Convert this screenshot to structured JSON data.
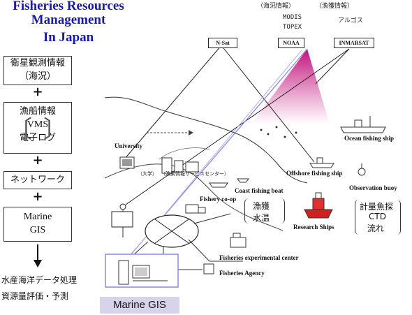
{
  "title": {
    "line1": "Fisheries Resources",
    "line2": "Management",
    "line3": "In Japan"
  },
  "left_flow": {
    "box1": {
      "line1": "衛星観測情報",
      "line2": "（海況）"
    },
    "box2": {
      "line1": "漁船情報",
      "line2": "VMS",
      "line3": "電子ログ"
    },
    "box3": {
      "line1": "ネットワーク"
    },
    "box4": {
      "line1": "Marine",
      "line2": "GIS"
    },
    "plus": "+",
    "outputs": [
      "水産海洋データ処理",
      "資源量評価・予測"
    ]
  },
  "top_captions": {
    "ocean": "（海況情報）",
    "catch": "（漁獲情報）",
    "modis": "MODIS",
    "topex": "TOPEX",
    "argos": "アルゴス"
  },
  "satellites": {
    "nsat": "N-Sat",
    "noaa": "NOAA",
    "inmarsat": "INMARSAT"
  },
  "labels": {
    "university": "University",
    "ocean_ship": "Ocean fishing ship",
    "offshore_ship": "Offshore fishing ship",
    "coast_boat": "Coast fishing boat",
    "buoy": "Observation buoy",
    "coop": "Fishery co-op",
    "research": "Research Ships",
    "center": "Fisheries experimental center",
    "agency": "Fisheries Agency",
    "univ_small": "（大学）",
    "info_small": "（漁業情報サービスセンター）"
  },
  "catch_data": {
    "line1": "漁獲",
    "line2": "水温"
  },
  "obs_data": {
    "line1": "計量魚探",
    "line2": "CTD",
    "line3": "流れ"
  },
  "marine_gis_label": "Marine GIS",
  "colors": {
    "title": "#1a1aa8",
    "beam": "#e0209a",
    "gis_bg": "#d7d3ea",
    "link": "#8a8ae0"
  }
}
